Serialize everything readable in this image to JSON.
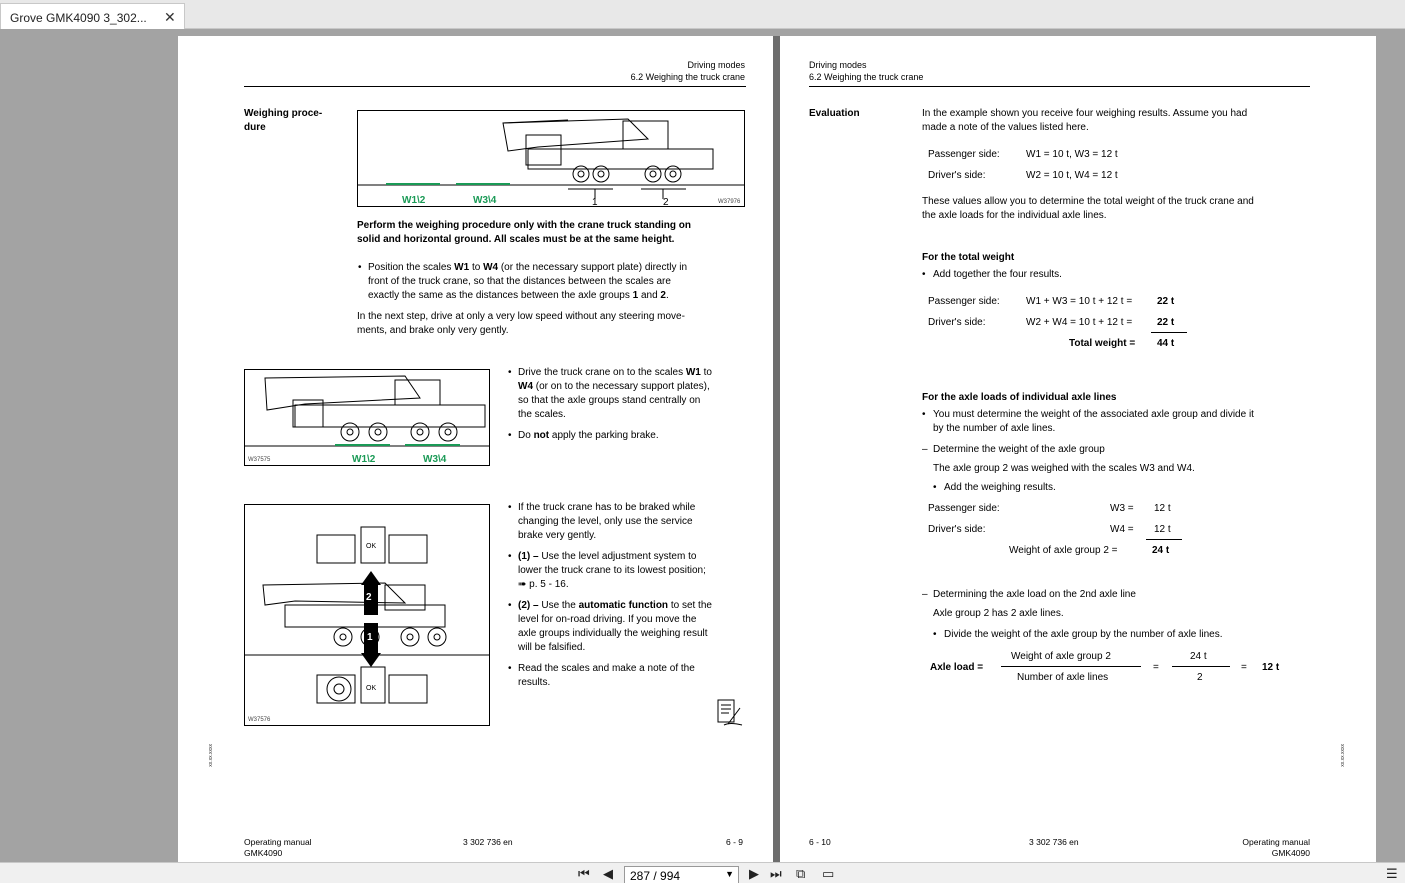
{
  "tab": {
    "title": "Grove GMK4090 3_302...",
    "close": "✕"
  },
  "p1": {
    "header": {
      "line1": "Driving modes",
      "line2": "6.2 Weighing the truck crane"
    },
    "side_heading": [
      "Weighing proce-",
      "dure"
    ],
    "fig1": {
      "labels": [
        "W1\\2",
        "W3\\4",
        "1",
        "2"
      ],
      "code": "W37976"
    },
    "warning": [
      "Perform the weighing procedure only with the crane truck standing on",
      "solid and horizontal ground. All scales must be at the same height."
    ],
    "bullet1": {
      "pre": "Position the scales ",
      "w1": "W1",
      "mid": " to ",
      "w4": "W4",
      "post": " (or the necessary support plate) directly in",
      "l2": "front of the truck crane, so that the distances between the scales are",
      "l3pre": "exactly the same as the distances between the axle groups ",
      "n1": "1",
      "and": " and ",
      "n2": "2",
      "dot": "."
    },
    "para": [
      "In the next step, drive at only a very low speed without any steering move-",
      "ments, and brake only very gently."
    ],
    "fig2": {
      "labels": [
        "W1\\2",
        "W3\\4"
      ],
      "code": "W37575"
    },
    "b2": {
      "pre": "Drive the truck crane on to the scales ",
      "w1": "W1",
      "to": " to",
      "w4": "W4",
      "rest": " (or on to the necessary support plates),",
      "l3": "so that the axle groups stand centrally on",
      "l4": "the scales."
    },
    "b3": {
      "pre": "Do ",
      "not": "not",
      "post": " apply the parking brake."
    },
    "fig3": {
      "code": "W37576",
      "labels": [
        "2",
        "1",
        "OK",
        "OK"
      ]
    },
    "b4": [
      "If the truck crane has to be braked while",
      "changing the level, only use the service",
      "brake very gently."
    ],
    "b5": {
      "lead": "(1) – ",
      "t1": "Use the level adjustment system to",
      "l2": "lower the truck crane to its lowest position;",
      "l3": "➠ p. 5 - 16."
    },
    "b6": {
      "lead": "(2) – ",
      "pre": "Use the ",
      "bold": "automatic function",
      "post": " to set the",
      "l2": "level for on-road driving. If you move the",
      "l3": "axle groups individually the weighing result",
      "l4": "will be falsified."
    },
    "b7": [
      "Read the scales and make a note of the",
      "results."
    ],
    "footer": {
      "left1": "Operating manual",
      "left2": "GMK4090",
      "mid": "3 302 736 en",
      "right": "6 - 9"
    },
    "side": "xx.xx.xxxx"
  },
  "p2": {
    "header": {
      "line1": "Driving modes",
      "line2": "6.2 Weighing the truck crane"
    },
    "side_heading": "Evaluation",
    "intro": [
      "In the example shown you receive four weighing results. Assume you had",
      "made a note of the values listed here."
    ],
    "pass_label": "Passenger side:",
    "drv_label": "Driver's side:",
    "pass_vals": "W1 = 10 t, W3 = 12 t",
    "drv_vals": "W2 = 10 t, W4 = 12 t",
    "intro2": [
      "These values allow you to determine the total weight of the truck crane and",
      "the axle loads for the individual axle lines."
    ],
    "tw": {
      "heading": "For the total weight",
      "bullet": "Add together the four results.",
      "pass_eq": "W1 + W3 = 10 t + 12 t =",
      "pass_res": "22 t",
      "drv_eq": "W2 + W4 = 10 t + 12 t =",
      "drv_res": "22 t",
      "total_label": "Total weight =",
      "total_res": "44 t"
    },
    "axle": {
      "heading": "For the axle loads of individual axle lines",
      "b1": [
        "You must determine the weight of the associated axle group and divide it",
        "by the number of axle lines."
      ],
      "dash1": "Determine the weight of the axle group",
      "sub1": "The axle group 2 was weighed with the scales W3 and W4.",
      "b2": "Add the weighing results.",
      "w3": "W3 =",
      "w3v": "12 t",
      "w4": "W4 =",
      "w4v": "12 t",
      "wg_label": "Weight of axle group 2 =",
      "wg_res": "24 t"
    },
    "al": {
      "dash": "Determining the axle load on the 2nd axle line",
      "sub": "Axle group 2 has 2 axle lines.",
      "b": "Divide the weight of the axle group by the number of axle lines.",
      "label": "Axle load =",
      "num": "Weight of axle group 2",
      "den": "Number of axle lines",
      "eq1": "=",
      "num2": "24 t",
      "den2": "2",
      "eq2": "=",
      "res": "12 t"
    },
    "footer": {
      "left": "6 - 10",
      "mid": "3 302 736 en",
      "right1": "Operating manual",
      "right2": "GMK4090"
    },
    "side": "xx.xx.xxxx"
  },
  "nav": {
    "page": "287 / 994"
  }
}
